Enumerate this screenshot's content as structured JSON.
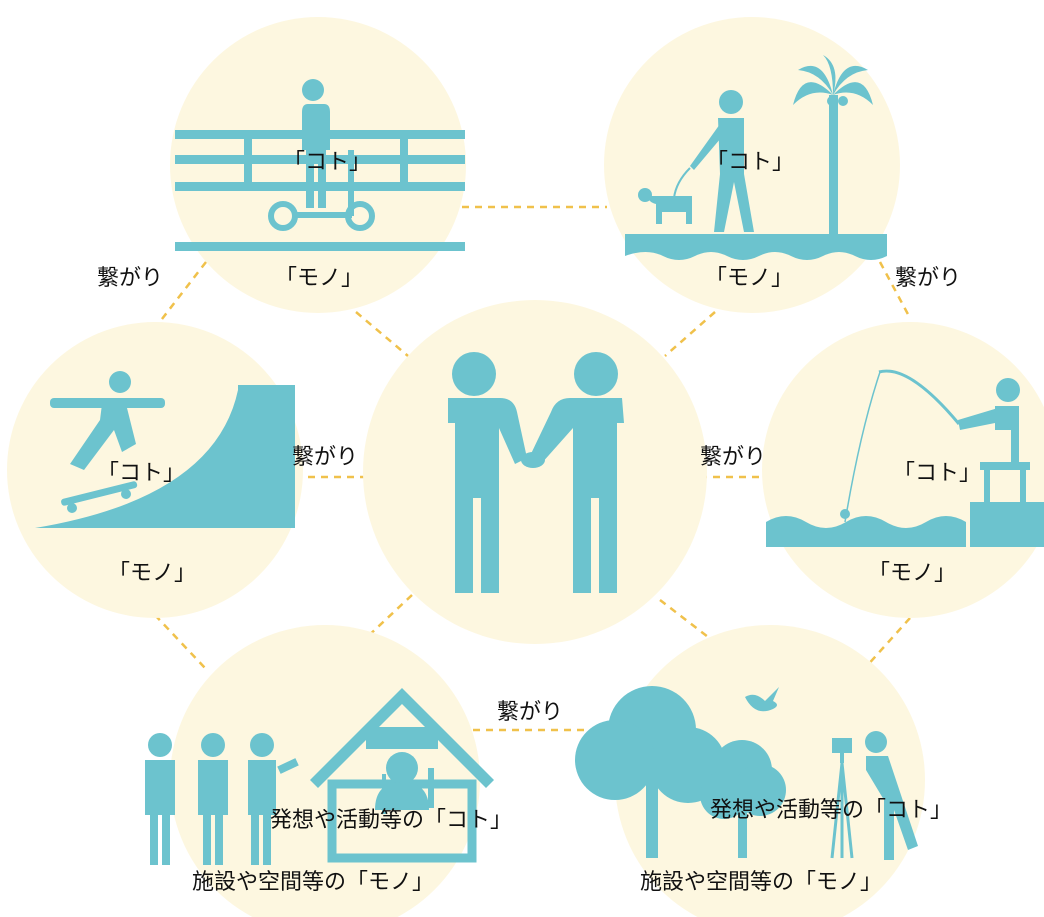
{
  "colors": {
    "circle": "#fdf7e0",
    "icon": "#6cc3ce",
    "connector": "#f0c14b",
    "text": "#111111"
  },
  "labels": {
    "link": "繋がり",
    "koto": "「コト」",
    "mono": "「モノ」",
    "koto_long": "発想や活動等の「コト」",
    "mono_long": "施設や空間等の「モノ」"
  },
  "nodes": [
    {
      "id": "center",
      "icon": "handshake-icon"
    },
    {
      "id": "top-left",
      "icon": "electric-scooter-on-bridge-icon"
    },
    {
      "id": "top-right",
      "icon": "dog-walk-by-palm-tree-icon"
    },
    {
      "id": "middle-left",
      "icon": "skateboard-ramp-icon"
    },
    {
      "id": "middle-right",
      "icon": "fishing-by-water-icon"
    },
    {
      "id": "bottom-left",
      "icon": "people-at-cafe-house-icon"
    },
    {
      "id": "bottom-right",
      "icon": "birdwatching-photographer-icon"
    }
  ]
}
